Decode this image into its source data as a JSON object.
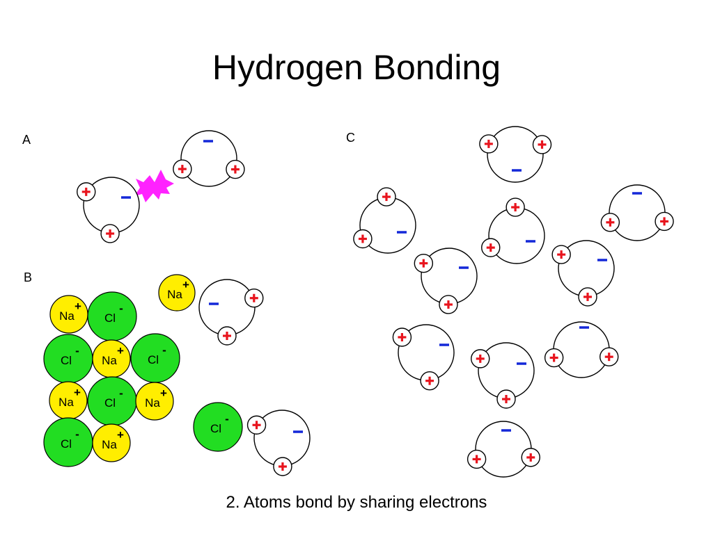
{
  "slide": {
    "title": "Hydrogen Bonding",
    "caption": "2. Atoms bond by sharing electrons"
  },
  "panels": {
    "a": "A",
    "b": "B",
    "c": "C"
  },
  "ions": {
    "sodium": {
      "symbol": "Na",
      "charge": "+"
    },
    "chloride": {
      "symbol": "Cl",
      "charge": "-"
    }
  },
  "colors": {
    "hydrogen_plus": "#e8141d",
    "oxygen_minus": "#1428d8",
    "sodium_fill": "#ffee00",
    "chloride_fill": "#22dd22",
    "hydrogen_bond": "#ff22ff"
  }
}
